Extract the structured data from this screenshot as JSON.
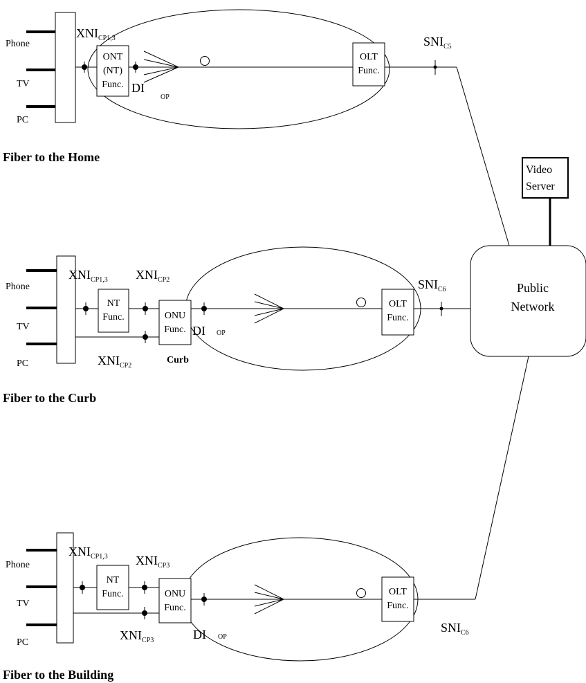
{
  "ftth": {
    "device_phone": "Phone",
    "device_tv": "TV",
    "device_pc": "PC",
    "xni_main": "XNI",
    "xni_main_sub": "CP1,3",
    "ont_line1": "ONT",
    "ont_line2": "(NT)",
    "ont_line3": "Func.",
    "di": "DI",
    "di_sub": "OP",
    "olt_line1": "OLT",
    "olt_line2": "Func.",
    "sni": "SNI",
    "sni_sub": "C5",
    "caption": "Fiber to the Home"
  },
  "fttc": {
    "device_phone": "Phone",
    "device_tv": "TV",
    "device_pc": "PC",
    "xni_main": "XNI",
    "xni_main_sub": "CP1,3",
    "xni_top": "XNI",
    "xni_top_sub": "CP2",
    "xni_bottom": "XNI",
    "xni_bottom_sub": "CP2",
    "nt_line1": "NT",
    "nt_line2": "Func.",
    "onu_line1": "ONU",
    "onu_line2": "Func.",
    "di": "DI",
    "di_sub": "OP",
    "location": "Curb",
    "olt_line1": "OLT",
    "olt_line2": "Func.",
    "sni": "SNI",
    "sni_sub": "C6",
    "caption": "Fiber to the Curb"
  },
  "fttb": {
    "device_phone": "Phone",
    "device_tv": "TV",
    "device_pc": "PC",
    "xni_main": "XNI",
    "xni_main_sub": "CP1,3",
    "xni_top": "XNI",
    "xni_top_sub": "CP3",
    "xni_bottom": "XNI",
    "xni_bottom_sub": "CP3",
    "nt_line1": "NT",
    "nt_line2": "Func.",
    "onu_line1": "ONU",
    "onu_line2": "Func.",
    "di": "DI",
    "di_sub": "OP",
    "olt_line1": "OLT",
    "olt_line2": "Func.",
    "sni": "SNI",
    "sni_sub": "C6",
    "caption": "Fiber to the Building"
  },
  "network": {
    "public_line1": "Public",
    "public_line2": "Network",
    "video_line1": "Video",
    "video_line2": "Server"
  }
}
